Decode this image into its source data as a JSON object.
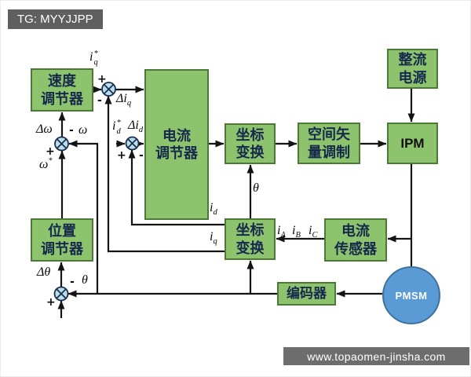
{
  "badge": {
    "text": "TG: MYYJJPP"
  },
  "watermark": {
    "text": "www.topaomen-jinsha.com"
  },
  "colors": {
    "box_fill": "#8dc36d",
    "box_border": "#4a7a36",
    "junction_fill": "#b9def0",
    "junction_stroke": "#1c2e4a",
    "motor_fill": "#5b9bd5",
    "motor_border": "#3f729f",
    "wire": "#141414",
    "badge_bg": "#5f5f5f",
    "watermark_bg": "#6d6d6d"
  },
  "blocks": {
    "speed_regulator": {
      "label": "速度\n调节器"
    },
    "current_regulator": {
      "label": "电流\n调节器"
    },
    "coord_transform_upper": {
      "label": "坐标\n变换"
    },
    "svm": {
      "label": "空间矢\n量调制"
    },
    "rectifier": {
      "label": "整流\n电源"
    },
    "ipm": {
      "label": "IPM"
    },
    "current_sensor": {
      "label": "电流\n传感器"
    },
    "coord_transform_lower": {
      "label": "坐标\n变换"
    },
    "position_regulator": {
      "label": "位置\n调节器"
    },
    "encoder": {
      "label": "编码器"
    },
    "motor": {
      "label": "PMSM"
    }
  },
  "labels": {
    "iq_ref": {
      "base": "i",
      "sup": "*",
      "sub": "q"
    },
    "delta_iq": {
      "base": "Δi",
      "sub": "q"
    },
    "id_ref": {
      "base": "i",
      "sup": "*",
      "sub": "d"
    },
    "delta_id": {
      "base": "Δi",
      "sub": "d"
    },
    "delta_omega": {
      "text": "Δω"
    },
    "omega": {
      "text": "ω"
    },
    "omega_ref": {
      "base": "ω",
      "sup": "*"
    },
    "delta_theta": {
      "text": "Δθ"
    },
    "theta_feedback": {
      "text": "θ"
    },
    "theta_axis": {
      "text": "θ"
    },
    "id_feedback": {
      "base": "i",
      "sub": "d"
    },
    "iq_feedback": {
      "base": "i",
      "sub": "q"
    },
    "i_a": {
      "base": "i",
      "sub": "A"
    },
    "i_b": {
      "base": "i",
      "sub": "B"
    },
    "i_c": {
      "base": "i",
      "sub": "C"
    },
    "plus": "+",
    "minus": "-"
  }
}
